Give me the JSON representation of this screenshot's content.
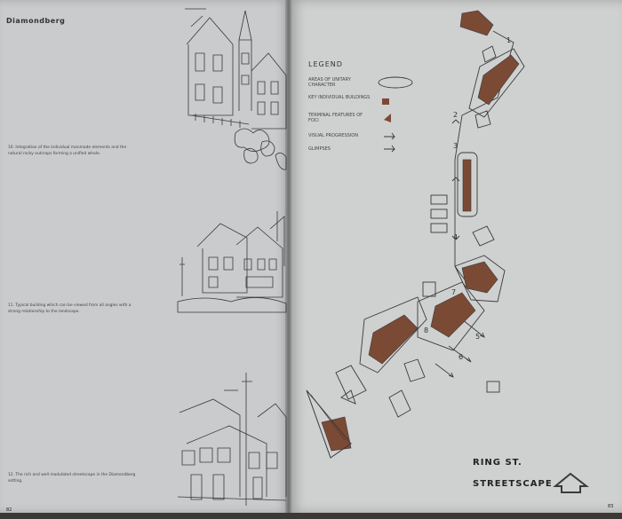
{
  "left_page": {
    "header": "Diamondberg",
    "captions": [
      "10.  Integration of the individual manmade elements and the natural rocky outcrops forming a unified whole.",
      "11.  Typical building which can be viewed from all angles with a strong relationship to the landscape.",
      "12.  The rich and well modulated streetscape in the Diamondberg setting."
    ],
    "page_number": "82"
  },
  "right_page": {
    "legend": {
      "title": "LEGEND",
      "items": [
        "AREAS OF UNITARY CHARACTER",
        "KEY INDIVIDUAL BUILDINGS",
        "TERMINAL FEATURES OF FOCI",
        "VISUAL PROGRESSION",
        "GLIMPSES"
      ]
    },
    "map_numbers": [
      "1",
      "2",
      "3",
      "4",
      "5",
      "6",
      "7",
      "8"
    ],
    "title_line1": "RING ST.",
    "title_line2": "STREETSCAPE",
    "page_number": "83",
    "colors": {
      "building_fill": "#7b4a35",
      "ink": "#3a3a3a",
      "page": "#cfd0d0"
    }
  }
}
